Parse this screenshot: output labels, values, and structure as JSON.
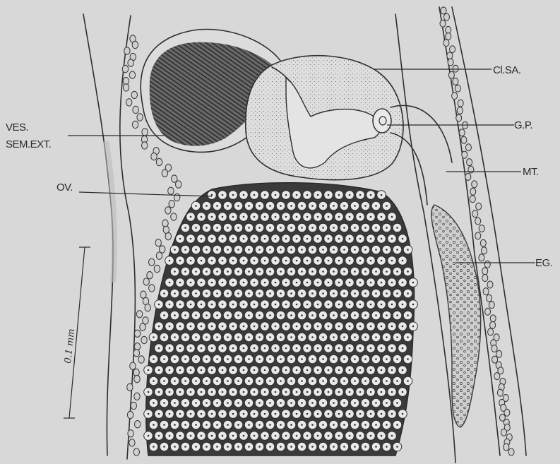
{
  "figure": {
    "labels": {
      "cl_sa": "Cl.SA.",
      "gp": "G.P.",
      "ves_line1": "VES.",
      "ves_line2": "SEM.EXT.",
      "mt": "MT.",
      "ov": "OV.",
      "eg": "EG."
    },
    "scale_bar": {
      "label": "0.1 mm"
    },
    "colors": {
      "background": "#d8d8d8",
      "ink": "#2e2e2e",
      "stipple_fill": "#dcdcdc",
      "egg_fill": "#e9e9e9"
    }
  }
}
